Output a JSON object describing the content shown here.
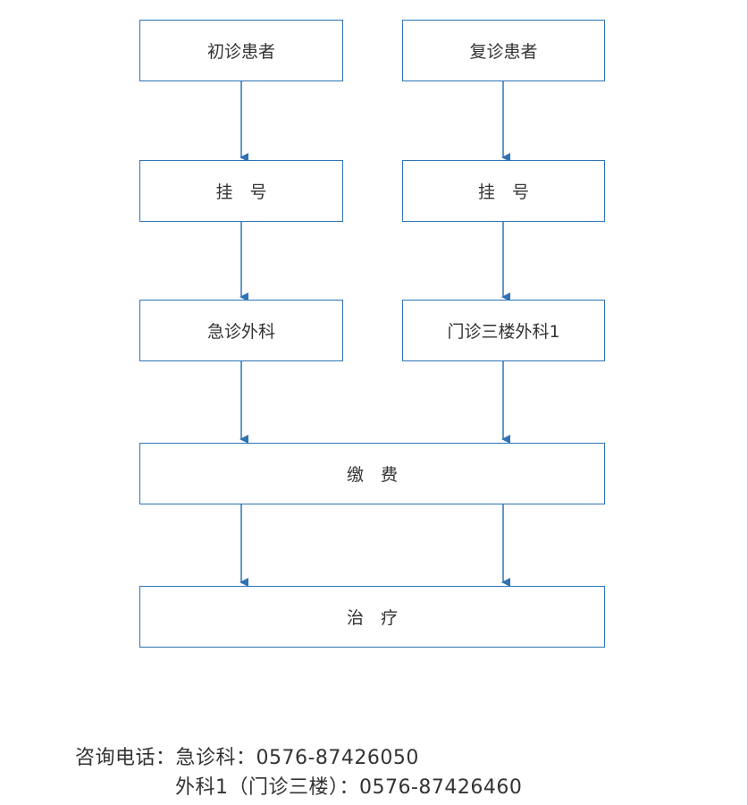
{
  "flowchart": {
    "left_column": {
      "patient_type": "初诊患者",
      "register": "挂　号",
      "department": "急诊外科"
    },
    "right_column": {
      "patient_type": "复诊患者",
      "register": "挂　号",
      "department": "门诊三楼外科1"
    },
    "payment": "缴　费",
    "treatment": "治　疗"
  },
  "contact": {
    "line1": "咨询电话：急诊科：0576-87426050",
    "line2": "外科1（门诊三楼）：0576-87426460"
  },
  "colors": {
    "box_border": "#2f73b6",
    "arrow": "#2f73b6",
    "edge_line": "#f2b6cf"
  }
}
